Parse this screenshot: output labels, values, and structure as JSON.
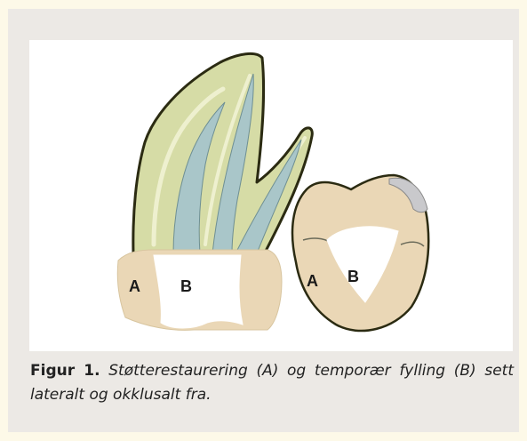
{
  "figure": {
    "lateral_view": {
      "label_a": "A",
      "label_b": "B"
    },
    "occlusal_view": {
      "label_a": "A",
      "label_b": "B"
    },
    "caption": {
      "lead": "Figur 1.",
      "text": "Støtterestaurering (A) og temporær fylling (B) sett lateralt og okklusalt fra."
    }
  },
  "colors": {
    "page_background": "#fdf9e8",
    "figure_background": "#ece9e5",
    "root_fill": "#d6dca6",
    "canal_fill": "#a9c6c9",
    "restoration_fill": "#ead7b6"
  }
}
